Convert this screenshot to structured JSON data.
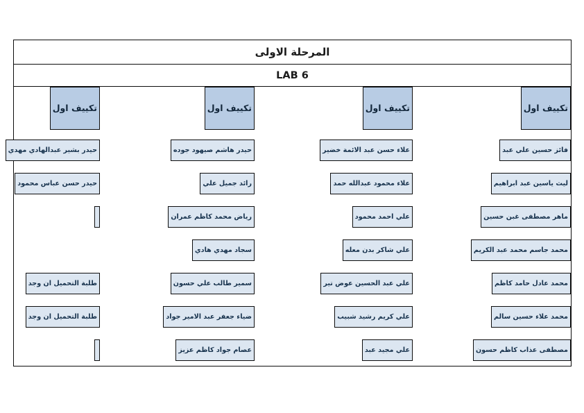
{
  "document": {
    "title": "المرحلة الاولى",
    "subtitle": "LAB 6",
    "colors": {
      "header_fill": "#b8cce4",
      "cell_fill": "#dce6f1",
      "border": "#0d0d0d",
      "text": "#17324d",
      "page_background": "#ffffff"
    }
  },
  "groups": [
    {
      "header": "تكييف اول",
      "rows": [
        "فائز حسين علي عبد",
        "ليث ياسين عبد ابراهيم",
        "ماهر مصطفى غبن حسين",
        "محمد جاسم محمد عبد الكريم",
        "محمد عادل حامد كاظم",
        "محمد علاء حسين سالم",
        "مصطفى عذاب كاظم حسون"
      ]
    },
    {
      "header": "تكييف اول",
      "rows": [
        "علاء حسن عبد الائمة خضير",
        "علاء محمود عبدالله حمد",
        "علي احمد محمود",
        "علي شاكر بدن معله",
        "علي عبد الحسين عوض تير",
        "علي كريم رشيد شبيب",
        "علي مجيد عبد"
      ]
    },
    {
      "header": "تكييف اول",
      "rows": [
        "حيدر هاشم صيهود جوده",
        "رائد جميل علي",
        "رياض محمد كاظم عمران",
        "سجاد مهدي هادي",
        "سمير طالب علي حسون",
        "ضياء جعفر عبد الامير جواد",
        "عصام جواد كاظم عزيز"
      ]
    },
    {
      "header": "تكييف اول",
      "rows": [
        "حيدر بشير عبدالهادي مهدي",
        "حيدر حسن عباس محمود",
        "",
        null,
        "طلبة التحميل ان وجد",
        "طلبة التحميل ان وجد",
        ""
      ]
    }
  ]
}
